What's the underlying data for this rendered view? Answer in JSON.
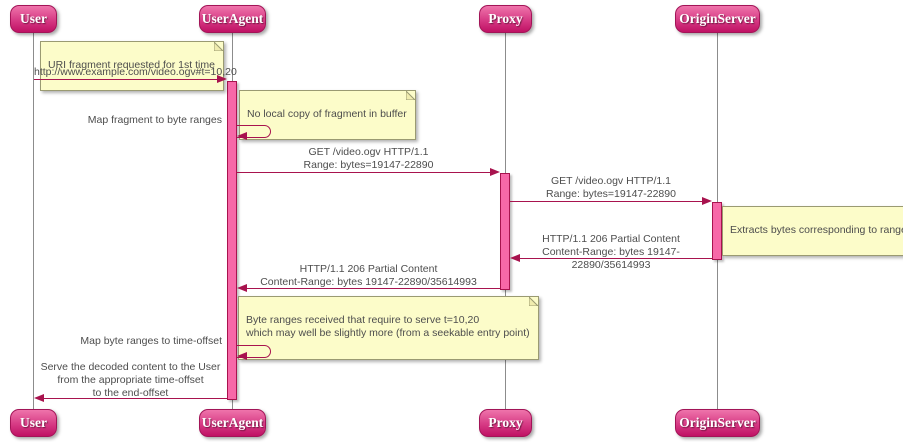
{
  "diagram": {
    "type": "uml-sequence",
    "participants": [
      {
        "name": "User"
      },
      {
        "name": "UserAgent"
      },
      {
        "name": "Proxy"
      },
      {
        "name": "OriginServer"
      }
    ],
    "notes": [
      {
        "text": "URI fragment requested for 1st time",
        "position": "right-of-user"
      },
      {
        "text": "No local copy of fragment in buffer",
        "position": "right-of-useragent"
      },
      {
        "text": "Extracts bytes corresponding to range",
        "position": "right-of-originserver"
      },
      {
        "text": "Byte ranges received that require to serve t=10,20\nwhich may well be slightly more (from a seekable entry point)",
        "position": "right-of-useragent"
      }
    ],
    "messages": [
      {
        "from": "User",
        "to": "UserAgent",
        "text": "http://www.example.com/video.ogv#t=10,20"
      },
      {
        "from": "UserAgent",
        "to": "UserAgent",
        "text": "Map fragment to byte ranges"
      },
      {
        "from": "UserAgent",
        "to": "Proxy",
        "text": "GET /video.ogv HTTP/1.1\nRange: bytes=19147-22890"
      },
      {
        "from": "Proxy",
        "to": "OriginServer",
        "text": "GET /video.ogv HTTP/1.1\nRange: bytes=19147-22890"
      },
      {
        "from": "OriginServer",
        "to": "Proxy",
        "text": "HTTP/1.1 206 Partial Content\nContent-Range: bytes 19147-22890/35614993"
      },
      {
        "from": "Proxy",
        "to": "UserAgent",
        "text": "HTTP/1.1 206 Partial Content\nContent-Range: bytes 19147-22890/35614993"
      },
      {
        "from": "UserAgent",
        "to": "UserAgent",
        "text": "Map byte ranges to time-offset"
      },
      {
        "from": "UserAgent",
        "to": "User",
        "text": "Serve the decoded content to the User\nfrom the appropriate time-offset\nto the end-offset"
      }
    ],
    "colors": {
      "arrow": "#a8134e",
      "participant_fill_top": "#ef74ab",
      "participant_fill_bottom": "#c01164",
      "participant_border": "#a21457",
      "activation_fill": "#f768a8",
      "note_fill": "#fcfcc9",
      "note_border": "#9a9a72",
      "lifeline": "#8c8c8c",
      "text": "#4d4d4d"
    }
  }
}
